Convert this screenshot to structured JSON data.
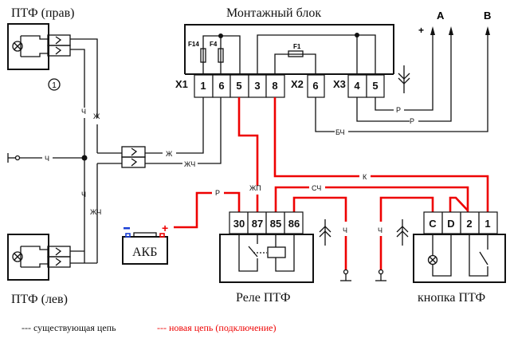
{
  "labels": {
    "ptf_right": "ПТФ (прав)",
    "ptf_left": "ПТФ (лев)",
    "mount_block": "Монтажный блок",
    "relay": "Реле ПТФ",
    "button": "кнопка ПТФ",
    "battery": "АКБ",
    "marker_1": "1",
    "plus": "+",
    "out_a": "A",
    "out_b": "B",
    "batt_minus": "−",
    "batt_plus": "+"
  },
  "mount_block": {
    "fuses": [
      "F14",
      "F4",
      "F1"
    ],
    "x1_label": "X1",
    "x1_pins": [
      "1",
      "6",
      "5",
      "3",
      "8"
    ],
    "x2_label": "X2",
    "x2_pins": [
      "6"
    ],
    "x3_label": "X3",
    "x3_pins": [
      "4",
      "5"
    ]
  },
  "relay_pins": [
    "30",
    "87",
    "85",
    "86"
  ],
  "button_pins": [
    "C",
    "D",
    "2",
    "1"
  ],
  "wire_labels": {
    "ch_top": "Ч",
    "zh_top": "Ж",
    "ch_left": "Ч",
    "zh_mid": "Ж",
    "zhch_mid": "ЖЧ",
    "ch_bottom": "Ч",
    "zhch_bottom": "ЖЧ",
    "r_x3_5": "Р",
    "r_x3_4": "Р",
    "bch": "БЧ",
    "k": "К",
    "zhp": "ЖП",
    "sch": "СЧ",
    "r_batt": "Р",
    "ch_relay_gnd": "Ч",
    "ch_button_gnd": "Ч"
  },
  "legend": {
    "existing": "--- существующая цепь",
    "new": "--- новая цепь (подключение)",
    "existing_color": "#111111",
    "new_color": "#ee0000"
  }
}
